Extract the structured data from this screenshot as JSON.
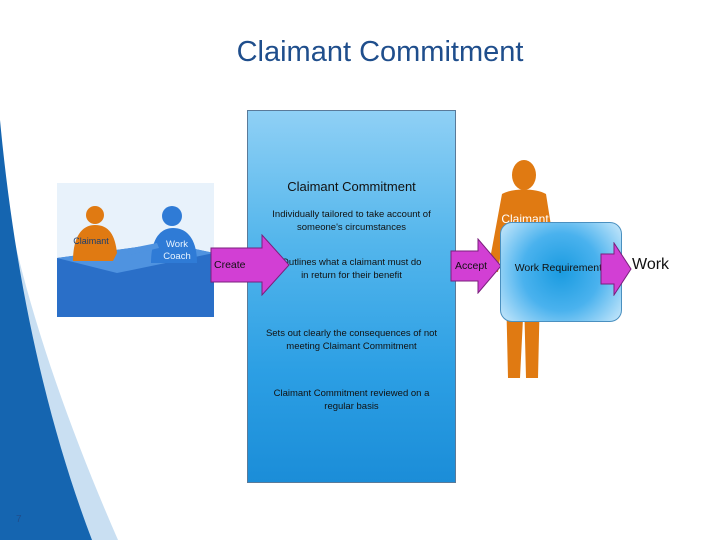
{
  "title": "Claimant Commitment",
  "panel": {
    "heading": "Claimant Commitment",
    "points": [
      "Individually tailored to take account of someone's circumstances",
      "Outlines what a claimant must do in return for their benefit",
      "Sets out clearly the consequences of not meeting Claimant Commitment",
      "Claimant Commitment reviewed on a regular basis"
    ]
  },
  "meeting": {
    "claimant_label": "Claimant",
    "coach_label": "Work Coach"
  },
  "arrows": {
    "create": "Create",
    "accept": "Accept"
  },
  "claimant_figure_label": "Claimant",
  "requirements_box": "Work Requirements",
  "work_label": "Work",
  "page_number": "7",
  "colors": {
    "title": "#1f4e8c",
    "panel": "#3aa7e6",
    "figure": "#e07a12",
    "arrow": "#d23fd4",
    "decor_blue": "#1565b0"
  }
}
